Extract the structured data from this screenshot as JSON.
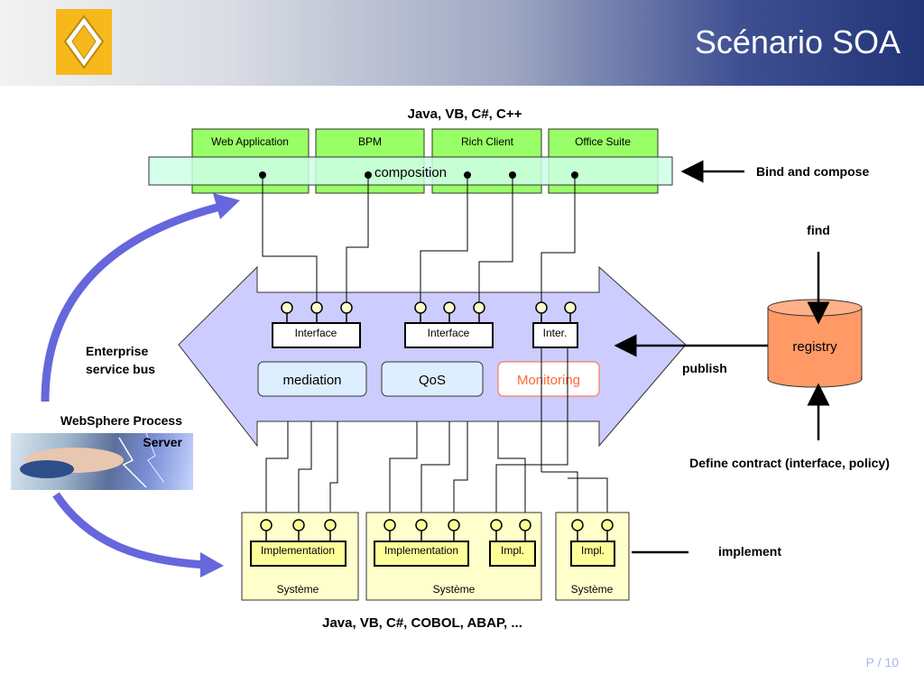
{
  "slide": {
    "title": "Scénario SOA",
    "page_number": "P / 10"
  },
  "labels": {
    "top_languages": "Java, VB, C#, C++",
    "bottom_languages": "Java, VB, C#, COBOL, ABAP, ...",
    "bind_and_compose": "Bind and compose",
    "find": "find",
    "publish": "publish",
    "registry": "registry",
    "define_contract": "Define contract (interface, policy)",
    "implement": "implement",
    "enterprise_service_bus_line1": "Enterprise",
    "enterprise_service_bus_line2": "service bus",
    "websphere_line1": "WebSphere Process",
    "websphere_line2": "Server",
    "composition": "composition"
  },
  "applications": [
    "Web Application",
    "BPM",
    "Rich Client",
    "Office Suite"
  ],
  "bus": {
    "interfaces": [
      "Interface",
      "Interface",
      "Inter."
    ],
    "services": [
      "mediation",
      "QoS",
      "Monitoring"
    ]
  },
  "systems": {
    "implementations": [
      "Implementation",
      "Implementation",
      "Impl.",
      "Impl."
    ],
    "labels": [
      "Système",
      "Système",
      "Système"
    ]
  },
  "colors": {
    "app_box": "#99ff66",
    "composition_bar": "#ccffe6",
    "bus_arrow": "#ccccff",
    "service_box": "#ddeeff",
    "monitoring_text": "#ff6633",
    "registry": "#ff9966",
    "system_box": "#ffffcc",
    "impl_box": "#ffff99",
    "curved_arrows": "#6666dd"
  }
}
